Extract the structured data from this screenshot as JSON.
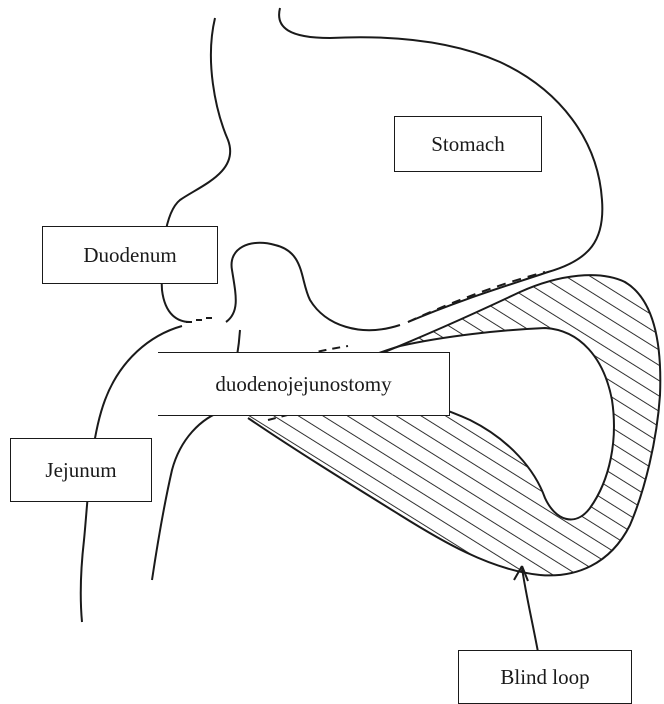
{
  "labels": {
    "stomach": "Stomach",
    "duodenum": "Duodenum",
    "jejunum": "Jejunum",
    "duodenojejunostomy": "duodenojejunostomy",
    "blind_loop": "Blind loop"
  },
  "colors": {
    "line": "#1a1a1a",
    "background": "#ffffff"
  }
}
